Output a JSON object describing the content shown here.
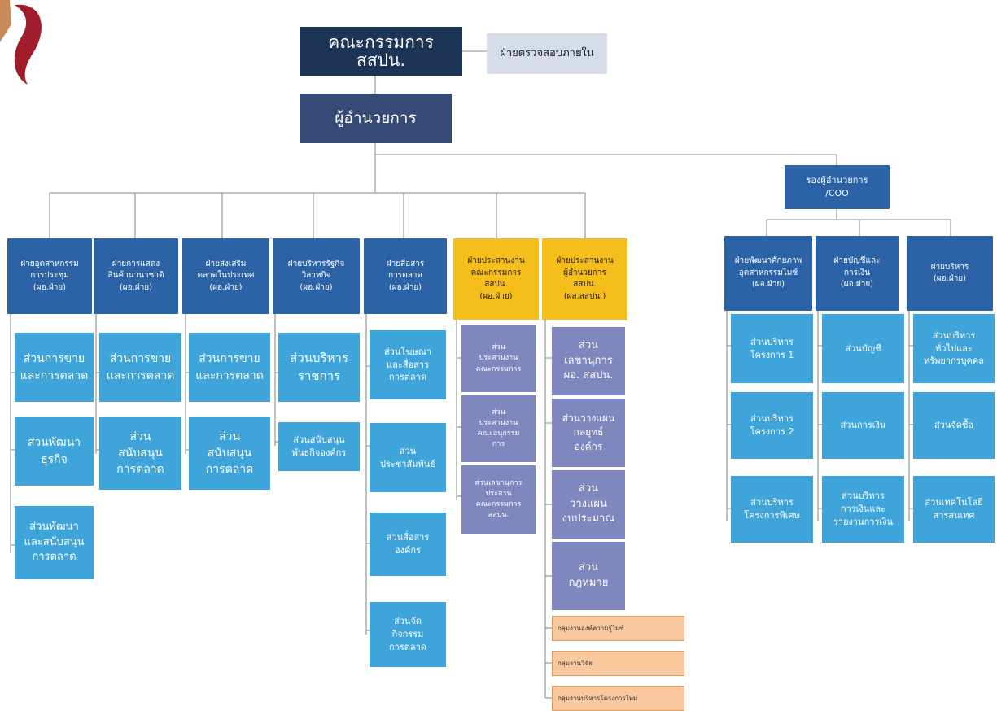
{
  "top": {
    "board": "คณะกรรมการ\nสสปน.",
    "audit": "ฝ่ายตรวจสอบภายใน",
    "director": "ผู้อำนวยการ",
    "coo": "รองผู้อำนวยการ\n/COO"
  },
  "depts": [
    {
      "label": "ฝ่ายอุตสาหกรรม\nการประชุม\n(ผอ.ฝ่าย)"
    },
    {
      "label": "ฝ่ายการแสดง\nสินค้านานาชาติ\n(ผอ.ฝ่าย)"
    },
    {
      "label": "ฝ่ายส่งเสริม\nตลาดในประเทศ\n(ผอ.ฝ่าย)"
    },
    {
      "label": "ฝ่ายบริหารรัฐกิจ\nวิสาหกิจ\n(ผอ.ฝ่าย)"
    },
    {
      "label": "ฝ่ายสื่อสาร\nการตลาด\n(ผอ.ฝ่าย)"
    },
    {
      "label": "ฝ่ายประสานงาน\nคณะกรรมการ\nสสปน.\n(ผอ.ฝ่าย)"
    },
    {
      "label": "ฝ่ายประสานงาน\nผู้อำนวยการ\nสสปน.\n(ผส.สสปน.)"
    }
  ],
  "coo_depts": [
    {
      "label": "ฝ่ายพัฒนาศักยภาพ\nอุตสาหกรรมไมซ์\n(ผอ.ฝ่าย)"
    },
    {
      "label": "ฝ่ายบัญชีและ\nการเงิน\n(ผอ.ฝ่าย)"
    },
    {
      "label": "ฝ่ายบริหาร\n(ผอ.ฝ่าย)"
    }
  ],
  "sections": {
    "c1": [
      "ส่วนการขาย\nและการตลาด",
      "ส่วนพัฒนา\nธุรกิจ",
      "ส่วนพัฒนา\nและสนับสนุน\nการตลาด"
    ],
    "c2": [
      "ส่วนการขาย\nและการตลาด",
      "ส่วน\nสนับสนุน\nการตลาด"
    ],
    "c3": [
      "ส่วนการขาย\nและการตลาด",
      "ส่วน\nสนับสนุน\nการตลาด"
    ],
    "c4": [
      "ส่วนบริหาร\nราชการ",
      "ส่วนสนับสนุน\nพันธกิจองค์กร"
    ],
    "c5": [
      "ส่วนโฆษณา\nและสื่อสาร\nการตลาด",
      "ส่วน\nประชาสัมพันธ์",
      "ส่วนสื่อสาร\nองค์กร",
      "ส่วนจัด\nกิจกรรม\nการตลาด"
    ],
    "c6": [
      "ส่วน\nประสานงาน\nคณะกรรมการ",
      "ส่วน\nประสานงาน\nคณะอนุกรรม\nการ",
      "ส่วนเลขานุการ\nประสาน\nคณะกรรมการ\nสสปน."
    ],
    "c7": [
      "ส่วน\nเลขานุการ\nผอ. สสปน.",
      "ส่วนวางแผน\nกลยุทธ์\nองค์กร",
      "ส่วน\nวางแผน\nงบประมาณ",
      "ส่วน\nกฎหมาย"
    ],
    "c7_groups": [
      "กลุ่มงานองค์ความรู้ไมซ์",
      "กลุ่มงานวิจัย",
      "กลุ่มงานบริหารโครงการใหม่"
    ],
    "r1": [
      "ส่วนบริหาร\nโครงการ 1",
      "ส่วนบริหาร\nโครงการ 2",
      "ส่วนบริหาร\nโครงการพิเศษ"
    ],
    "r2": [
      "ส่วนบัญชี",
      "ส่วนการเงิน",
      "ส่วนบริหาร\nการเงินและ\nรายงานการเงิน"
    ],
    "r3": [
      "ส่วนบริหาร\nทั่วไปและ\nทรัพยากรบุคคล",
      "ส่วนจัดซื้อ",
      "ส่วนเทคโนโลยี\nสารสนเทศ"
    ]
  },
  "colors": {
    "line": "#9aa0a6",
    "logo": "#a01c2a",
    "navy": "#1c3557",
    "dept": "#2b63a6",
    "yellow": "#f6be1b",
    "sub": "#3ea4d9",
    "purple": "#7f87bf",
    "peach": "#f9c89e"
  }
}
